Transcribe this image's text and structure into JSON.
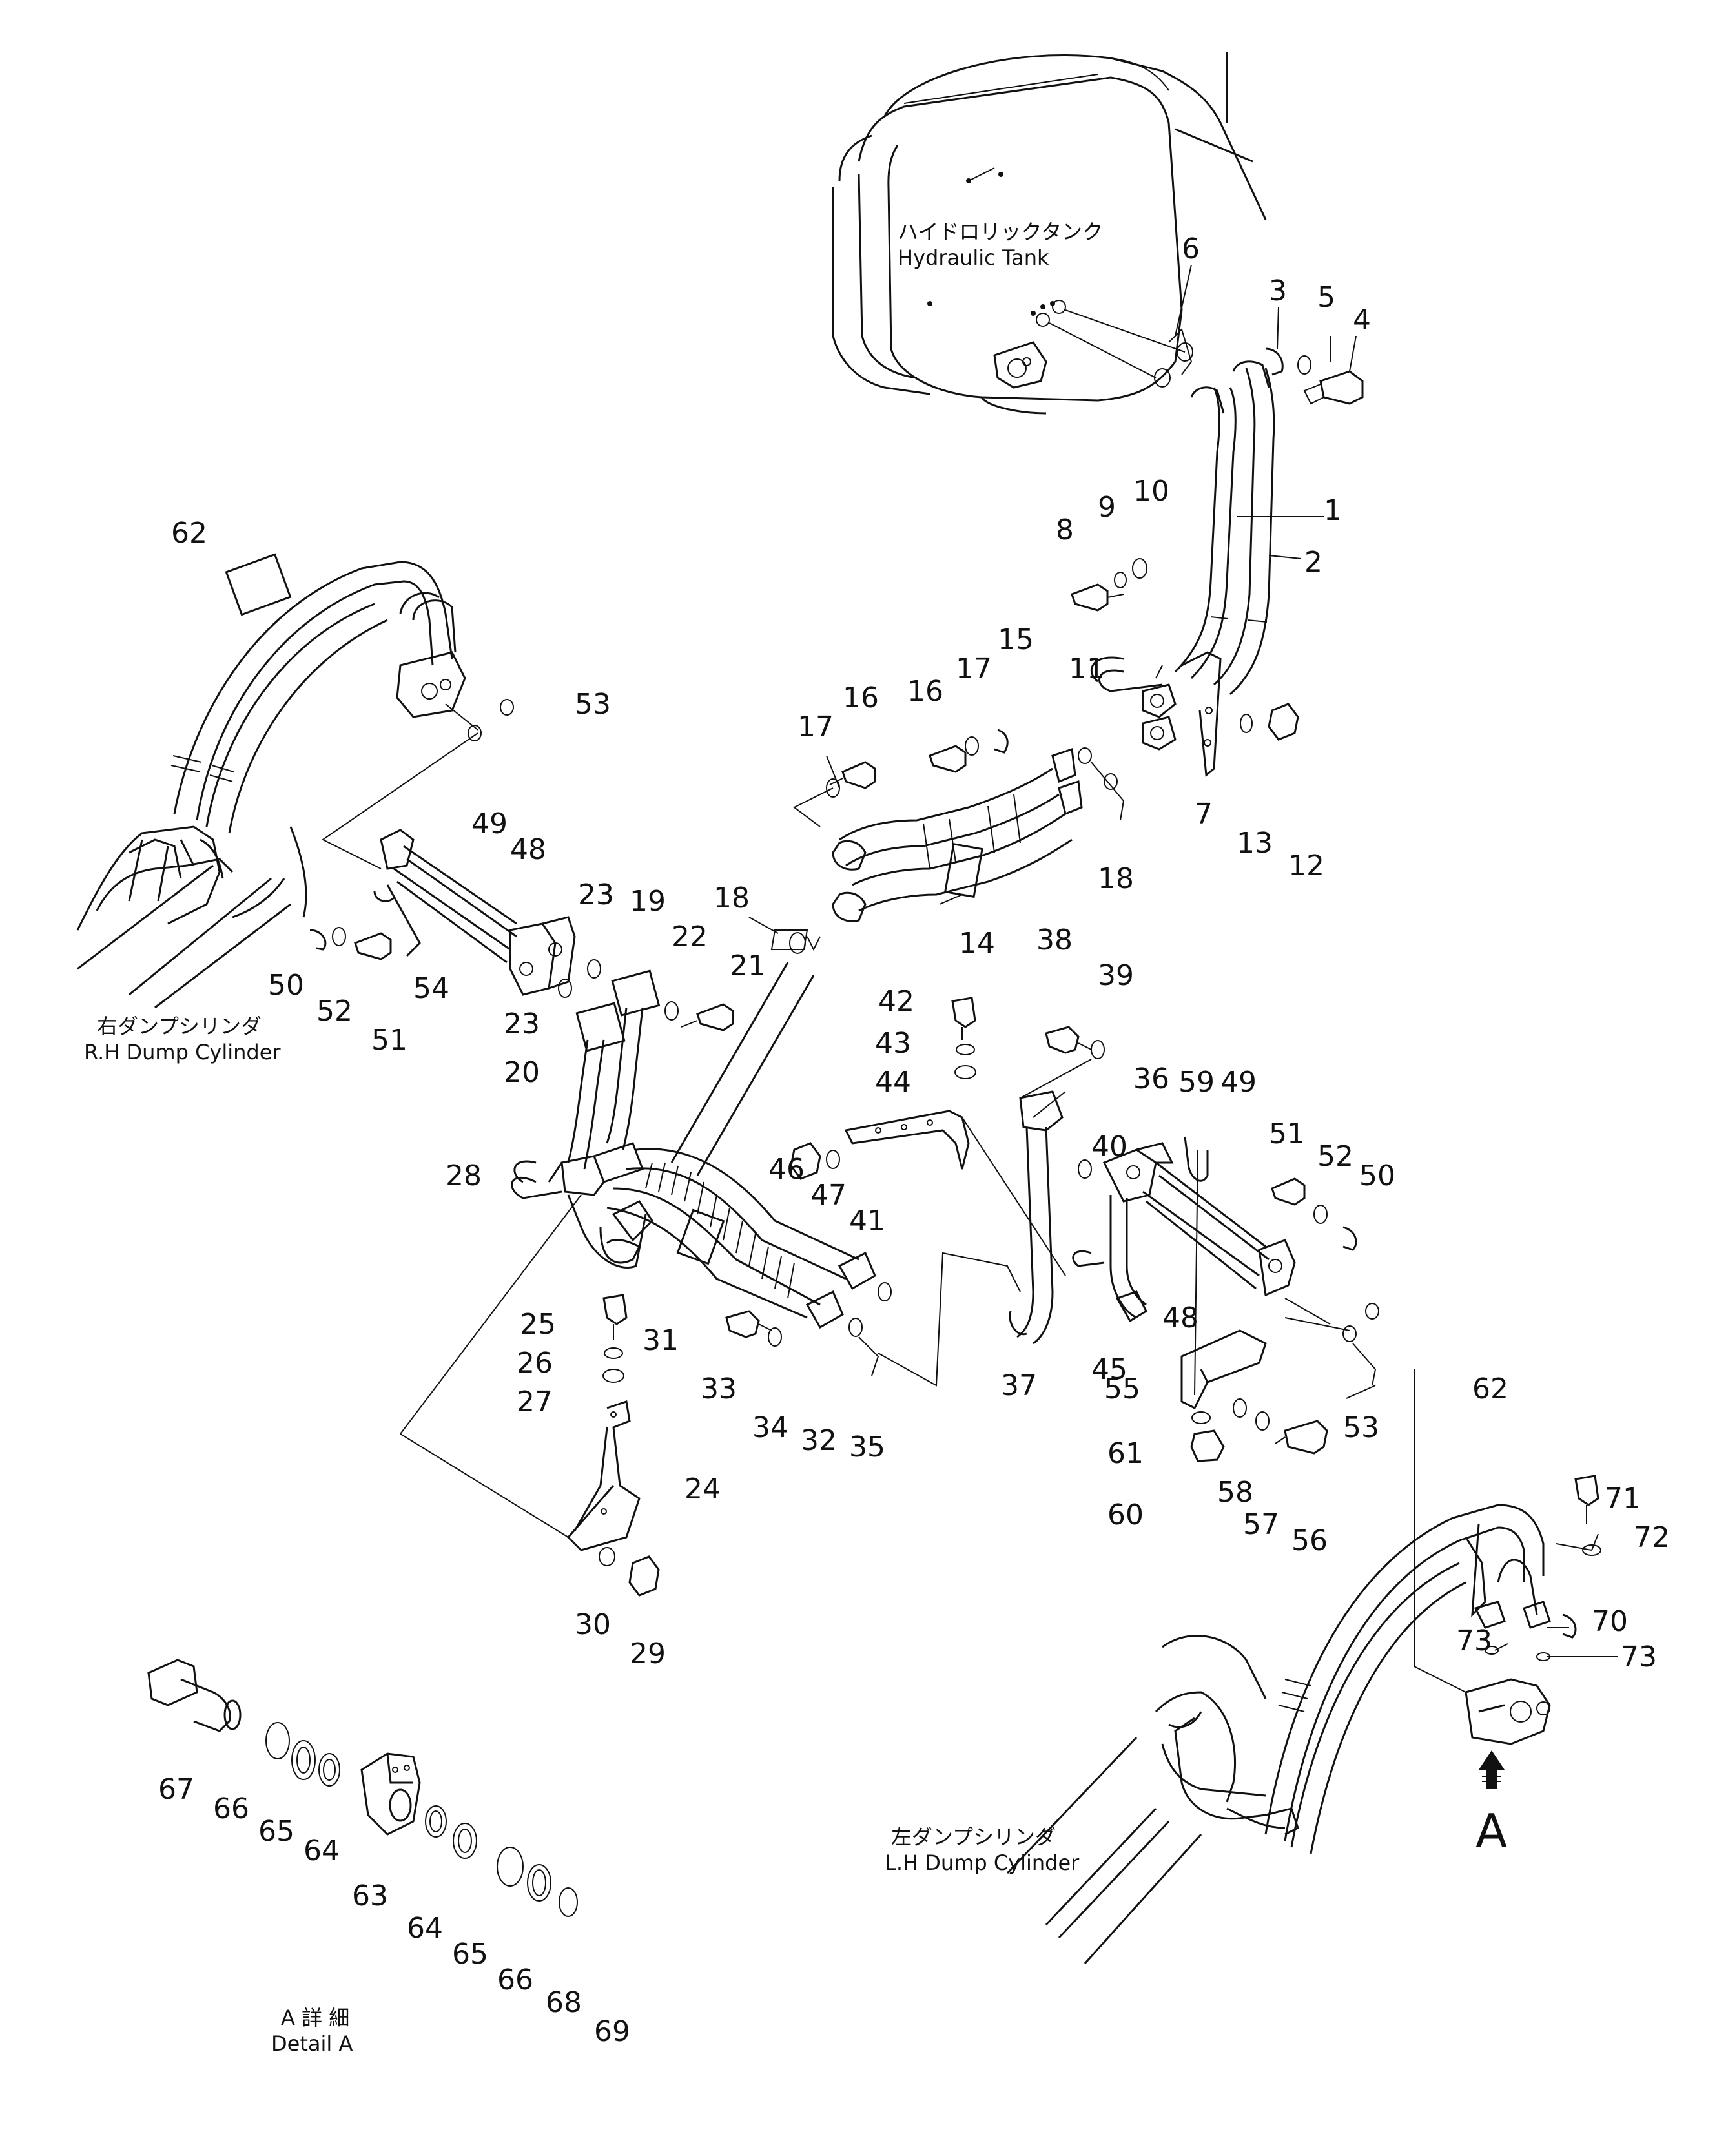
{
  "labels": {
    "tank_jp": "ハイドロリックタンク",
    "tank_en": "Hydraulic Tank",
    "rh_jp": "右ダンプシリンダ",
    "rh_en": "R.H Dump Cylinder",
    "lh_jp": "左ダンプシリンダ",
    "lh_en": "L.H Dump Cylinder",
    "detail_jp": "A 詳 細",
    "detail_en": "Detail A",
    "arrow_letter": "A"
  },
  "part_numbers": [
    {
      "id": "p1",
      "text": "1"
    },
    {
      "id": "p2",
      "text": "2"
    },
    {
      "id": "p3",
      "text": "3"
    },
    {
      "id": "p4",
      "text": "4"
    },
    {
      "id": "p5",
      "text": "5"
    },
    {
      "id": "p6",
      "text": "6"
    },
    {
      "id": "p7",
      "text": "7"
    },
    {
      "id": "p8",
      "text": "8"
    },
    {
      "id": "p9",
      "text": "9"
    },
    {
      "id": "p10",
      "text": "10"
    },
    {
      "id": "p11",
      "text": "11"
    },
    {
      "id": "p12",
      "text": "12"
    },
    {
      "id": "p13",
      "text": "13"
    },
    {
      "id": "p14",
      "text": "14"
    },
    {
      "id": "p15",
      "text": "15"
    },
    {
      "id": "p16a",
      "text": "16"
    },
    {
      "id": "p16b",
      "text": "16"
    },
    {
      "id": "p17a",
      "text": "17"
    },
    {
      "id": "p17b",
      "text": "17"
    },
    {
      "id": "p18a",
      "text": "18"
    },
    {
      "id": "p18b",
      "text": "18"
    },
    {
      "id": "p19",
      "text": "19"
    },
    {
      "id": "p20",
      "text": "20"
    },
    {
      "id": "p21",
      "text": "21"
    },
    {
      "id": "p22",
      "text": "22"
    },
    {
      "id": "p23a",
      "text": "23"
    },
    {
      "id": "p23b",
      "text": "23"
    },
    {
      "id": "p24",
      "text": "24"
    },
    {
      "id": "p25",
      "text": "25"
    },
    {
      "id": "p26",
      "text": "26"
    },
    {
      "id": "p27",
      "text": "27"
    },
    {
      "id": "p28",
      "text": "28"
    },
    {
      "id": "p29",
      "text": "29"
    },
    {
      "id": "p30",
      "text": "30"
    },
    {
      "id": "p31",
      "text": "31"
    },
    {
      "id": "p32",
      "text": "32"
    },
    {
      "id": "p33",
      "text": "33"
    },
    {
      "id": "p34",
      "text": "34"
    },
    {
      "id": "p35",
      "text": "35"
    },
    {
      "id": "p36",
      "text": "36"
    },
    {
      "id": "p37",
      "text": "37"
    },
    {
      "id": "p38",
      "text": "38"
    },
    {
      "id": "p39",
      "text": "39"
    },
    {
      "id": "p40",
      "text": "40"
    },
    {
      "id": "p41",
      "text": "41"
    },
    {
      "id": "p42",
      "text": "42"
    },
    {
      "id": "p43",
      "text": "43"
    },
    {
      "id": "p44",
      "text": "44"
    },
    {
      "id": "p45",
      "text": "45"
    },
    {
      "id": "p46",
      "text": "46"
    },
    {
      "id": "p47",
      "text": "47"
    },
    {
      "id": "p48a",
      "text": "48"
    },
    {
      "id": "p48b",
      "text": "48"
    },
    {
      "id": "p49a",
      "text": "49"
    },
    {
      "id": "p49b",
      "text": "49"
    },
    {
      "id": "p50a",
      "text": "50"
    },
    {
      "id": "p50b",
      "text": "50"
    },
    {
      "id": "p51a",
      "text": "51"
    },
    {
      "id": "p51b",
      "text": "51"
    },
    {
      "id": "p52a",
      "text": "52"
    },
    {
      "id": "p52b",
      "text": "52"
    },
    {
      "id": "p53a",
      "text": "53"
    },
    {
      "id": "p53b",
      "text": "53"
    },
    {
      "id": "p54",
      "text": "54"
    },
    {
      "id": "p55",
      "text": "55"
    },
    {
      "id": "p56",
      "text": "56"
    },
    {
      "id": "p57",
      "text": "57"
    },
    {
      "id": "p58",
      "text": "58"
    },
    {
      "id": "p59",
      "text": "59"
    },
    {
      "id": "p60",
      "text": "60"
    },
    {
      "id": "p61",
      "text": "61"
    },
    {
      "id": "p62a",
      "text": "62"
    },
    {
      "id": "p62b",
      "text": "62"
    },
    {
      "id": "p63",
      "text": "63"
    },
    {
      "id": "p64a",
      "text": "64"
    },
    {
      "id": "p64b",
      "text": "64"
    },
    {
      "id": "p65a",
      "text": "65"
    },
    {
      "id": "p65b",
      "text": "65"
    },
    {
      "id": "p66a",
      "text": "66"
    },
    {
      "id": "p66b",
      "text": "66"
    },
    {
      "id": "p67",
      "text": "67"
    },
    {
      "id": "p68",
      "text": "68"
    },
    {
      "id": "p69",
      "text": "69"
    },
    {
      "id": "p70",
      "text": "70"
    },
    {
      "id": "p71",
      "text": "71"
    },
    {
      "id": "p72",
      "text": "72"
    },
    {
      "id": "p73a",
      "text": "73"
    },
    {
      "id": "p73b",
      "text": "73"
    }
  ]
}
